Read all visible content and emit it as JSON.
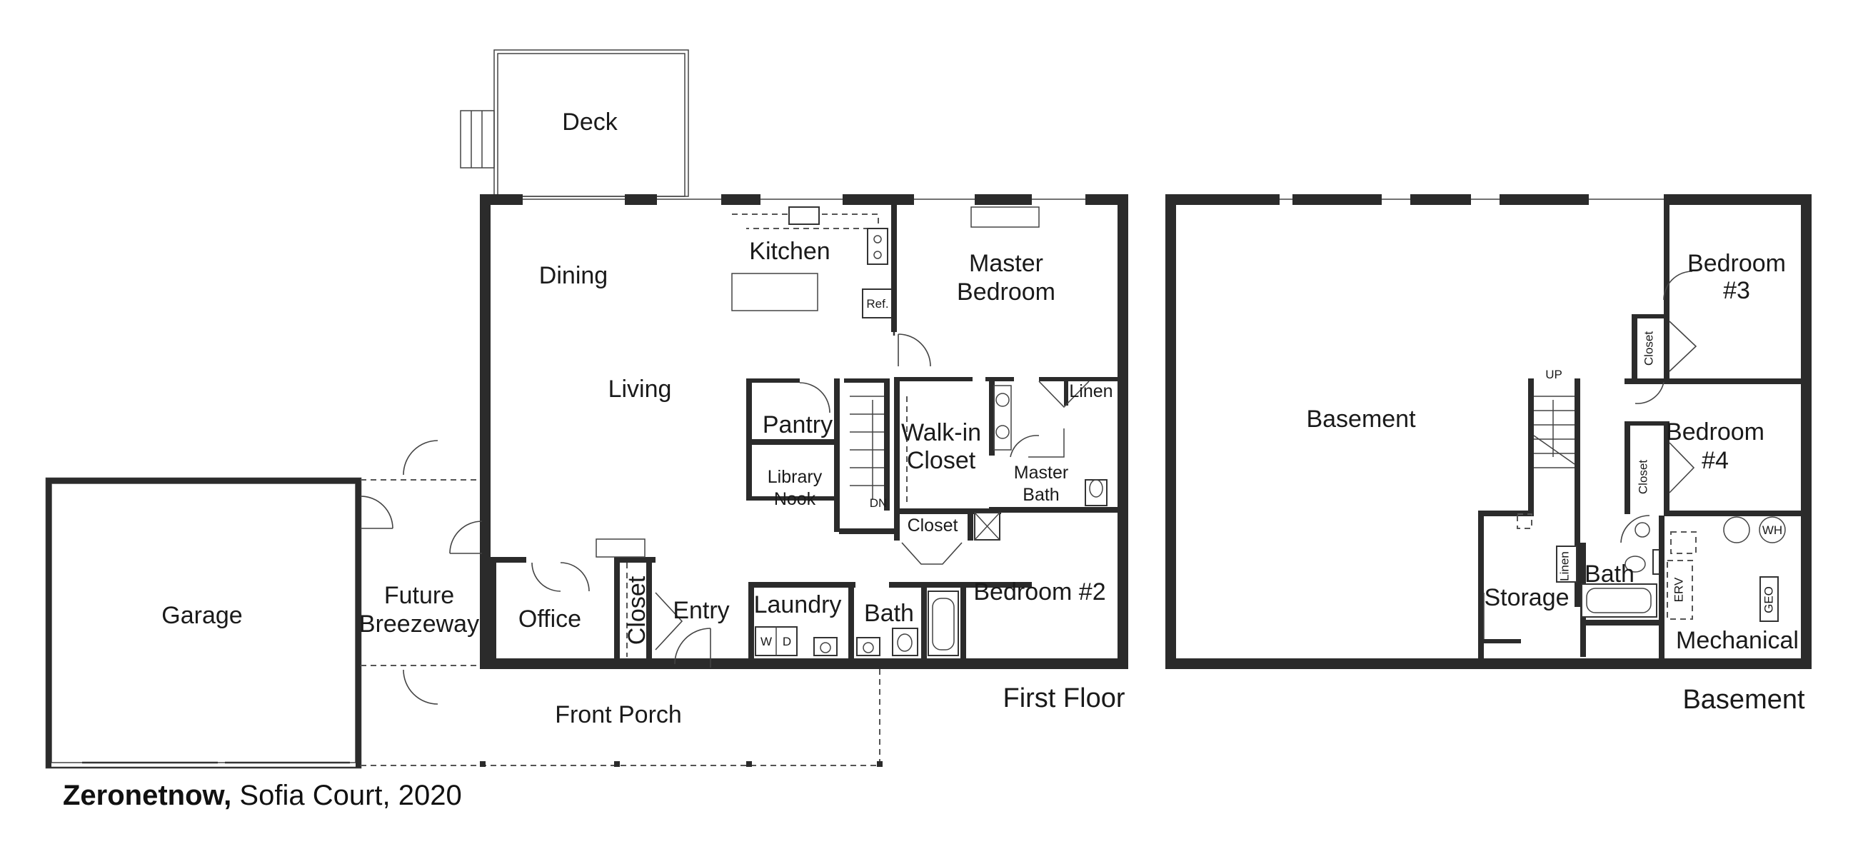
{
  "first_floor": {
    "title": "First Floor",
    "rooms": {
      "deck": "Deck",
      "dining": "Dining",
      "kitchen": "Kitchen",
      "master_bedroom_1": "Master",
      "master_bedroom_2": "Bedroom",
      "living": "Living",
      "linen": "Linen",
      "pantry": "Pantry",
      "walkin_1": "Walk-in",
      "walkin_2": "Closet",
      "library_1": "Library",
      "library_2": "Nook",
      "master_bath_1": "Master",
      "master_bath_2": "Bath",
      "closet_hall": "Closet",
      "garage": "Garage",
      "breezeway_1": "Future",
      "breezeway_2": "Breezeway",
      "office": "Office",
      "closet_entry": "Closet",
      "entry": "Entry",
      "laundry": "Laundry",
      "bath": "Bath",
      "bedroom2": "Bedroom #2",
      "front_porch": "Front Porch"
    },
    "fixtures": {
      "refrigerator": "Ref.",
      "washer": "W",
      "dryer": "D",
      "stair_down": "DN"
    }
  },
  "basement": {
    "title": "Basement",
    "rooms": {
      "basement": "Basement",
      "bedroom3_1": "Bedroom",
      "bedroom3_2": "#3",
      "closet3": "Closet",
      "bedroom4_1": "Bedroom",
      "bedroom4_2": "#4",
      "closet4": "Closet",
      "storage": "Storage",
      "bath": "Bath",
      "linen": "Linen",
      "mechanical": "Mechanical"
    },
    "fixtures": {
      "stair_up": "UP",
      "water_heater": "WH",
      "erv": "ERV",
      "geo": "GEO"
    }
  },
  "caption": {
    "brand": "Zeronetnow,",
    "project": "Sofia Court,",
    "year": "2020"
  }
}
